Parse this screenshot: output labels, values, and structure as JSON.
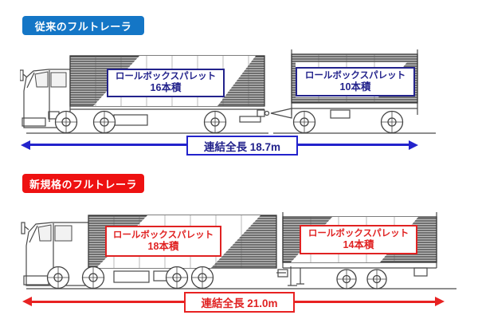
{
  "colors": {
    "badge_blue": "#1476c6",
    "badge_red": "#ee1111",
    "arrow_blue": "#2323cc",
    "arrow_red": "#e82222",
    "label_navy_text": "#23238c",
    "label_red_text": "#e02222",
    "background": "#ffffff"
  },
  "sections": [
    {
      "name": "conventional",
      "badge": "従来のフルトレーラ",
      "truck_label_line1": "ロールボックスパレット",
      "truck_label_line2": "16本積",
      "trailer_label_line1": "ロールボックスパレット",
      "trailer_label_line2": "10本積",
      "dimension_label": "連結全長 18.7m"
    },
    {
      "name": "new-standard",
      "badge": "新規格のフルトレーラ",
      "truck_label_line1": "ロールボックスパレット",
      "truck_label_line2": "18本積",
      "trailer_label_line1": "ロールボックスパレット",
      "trailer_label_line2": "14本積",
      "dimension_label": "連結全長 21.0m"
    }
  ]
}
